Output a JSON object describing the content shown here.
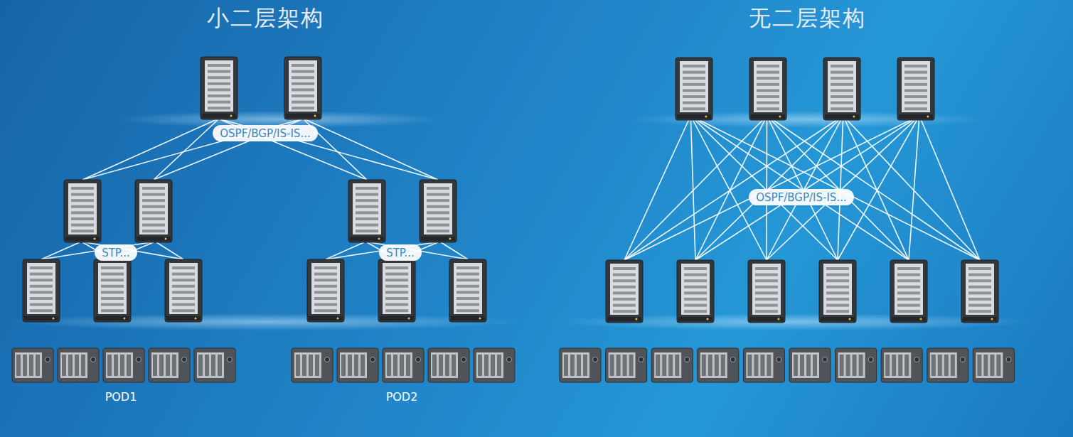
{
  "diagram": {
    "nodes": [
      {
        "text": [
          "OSPF/BGP/IS-IS..."
        ]
      },
      {
        "text": [
          "STP..."
        ]
      },
      {
        "text": [
          "STP..."
        ]
      },
      {
        "text": [
          "OSPF/BGP/IS-IS..."
        ]
      }
    ],
    "labels": [
      "小二层架构",
      "无二层架构",
      "POD1",
      "POD2"
    ]
  }
}
